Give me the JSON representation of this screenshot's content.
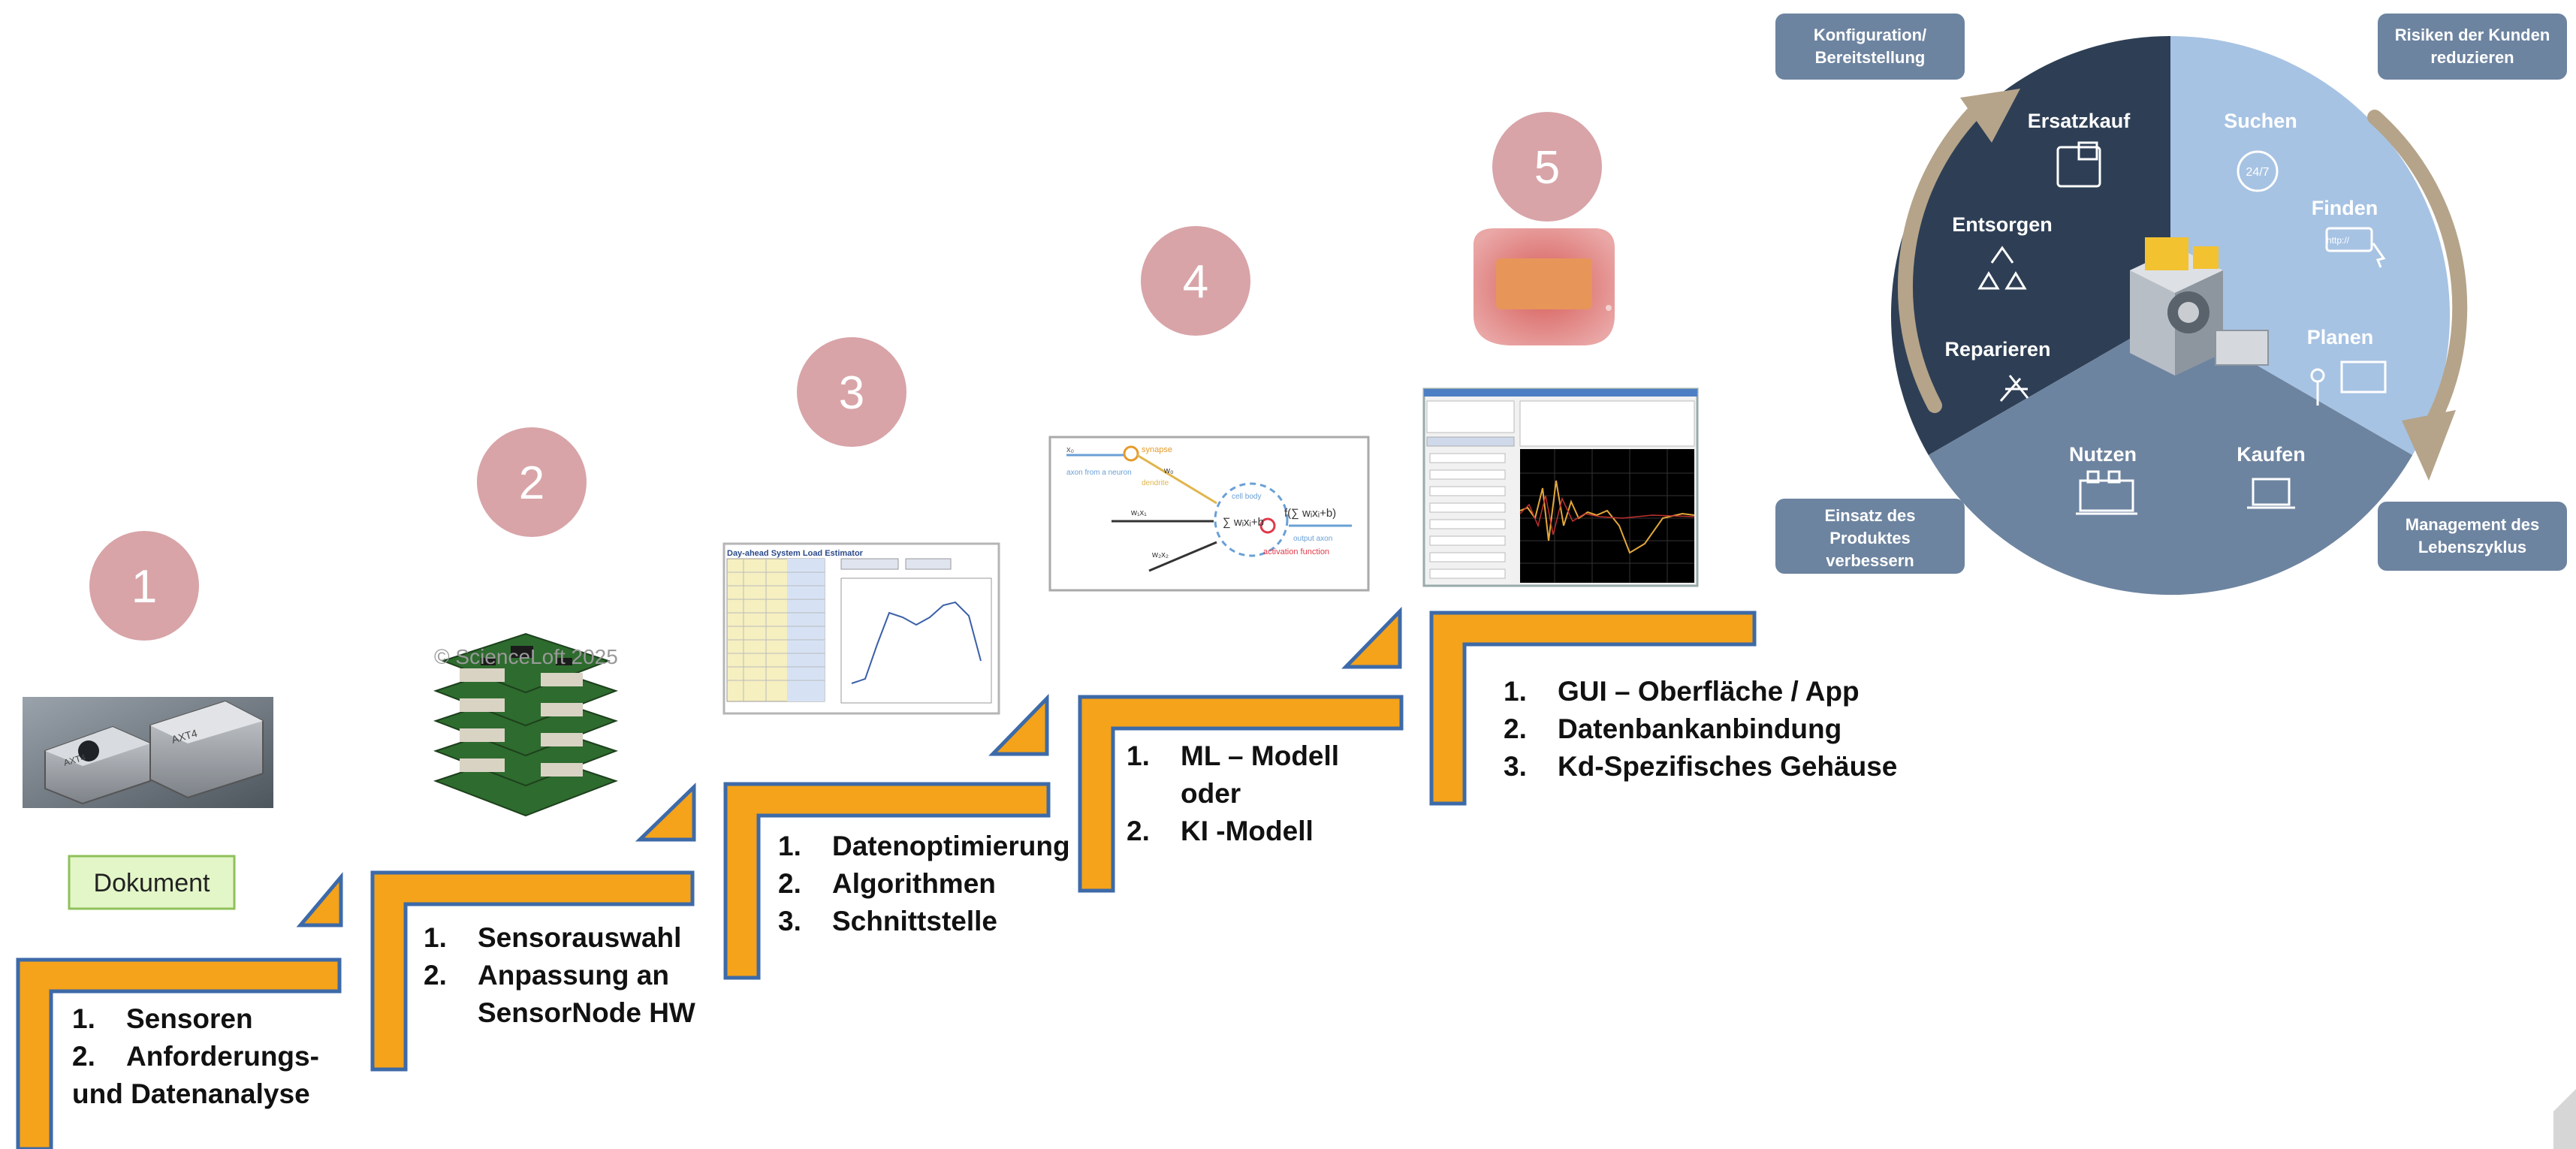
{
  "steps": [
    {
      "number": "1",
      "items": [
        {
          "n": "1.",
          "text": "Sensoren"
        },
        {
          "n": "2.",
          "text": "Anforderungs-"
        }
      ],
      "continuation": "und Datenanalyse"
    },
    {
      "number": "2",
      "items": [
        {
          "n": "1.",
          "text": "Sensorauswahl"
        },
        {
          "n": "2.",
          "text": "Anpassung an"
        }
      ],
      "continuation": "SensorNode HW"
    },
    {
      "number": "3",
      "items": [
        {
          "n": "1.",
          "text": "Datenoptimierung"
        },
        {
          "n": "2.",
          "text": "Algorithmen"
        },
        {
          "n": "3.",
          "text": "Schnittstelle"
        }
      ]
    },
    {
      "number": "4",
      "items": [
        {
          "n": "1.",
          "text": "ML – Modell"
        },
        {
          "n": "",
          "text": "oder"
        },
        {
          "n": "2.",
          "text": "KI -Modell"
        }
      ]
    },
    {
      "number": "5",
      "items": [
        {
          "n": "1.",
          "text": "GUI – Oberfläche / App"
        },
        {
          "n": "2.",
          "text": "Datenbankanbindung"
        },
        {
          "n": "3.",
          "text": "Kd-Spezifisches Gehäuse"
        }
      ]
    }
  ],
  "dokument_label": "Dokument",
  "copyright": "© ScienceLoft 2025",
  "sensor_chip_labels": [
    "AXT4",
    "AXT4"
  ],
  "neuron": {
    "synapse": "synapse",
    "axon_from_neuron": "axon from a neuron",
    "dendrite": "dendrite",
    "cell_body": "cell body",
    "sum": "∑ wᵢxᵢ+b",
    "output": "f(∑ wᵢxᵢ+b)",
    "output_axon": "output axon",
    "activation": "activation function",
    "w0": "w₀",
    "w1x1": "w₁x₁",
    "w2x2": "w₂x₂",
    "x0": "x₀"
  },
  "estimator_title": "Day-ahead System Load Estimator",
  "wheel": {
    "segments": [
      "Ersatzkauf",
      "Entsorgen",
      "Reparieren",
      "Nutzen",
      "Kaufen",
      "Planen",
      "Finden",
      "Suchen"
    ],
    "badge_247": "24/7",
    "badge_http": "http://",
    "corners": {
      "top_left": [
        "Konfiguration/",
        "Bereitstellung"
      ],
      "top_right": [
        "Risiken der Kunden",
        "reduzieren"
      ],
      "bottom_left": [
        "Einsatz des",
        "Produktes",
        "verbessern"
      ],
      "bottom_right": [
        "Management des",
        "Lebenszyklus"
      ]
    }
  },
  "colors": {
    "stair_orange": "#f5a31a",
    "stair_blue": "#3d6aa8",
    "number_circle": "#d8a4a8",
    "wheel_dark": "#2e3f55",
    "wheel_light": "#a7c3e3",
    "wheel_mid": "#6d84a0",
    "corner_box": "#6d84a0",
    "arrow_tan": "#b5a48a"
  }
}
